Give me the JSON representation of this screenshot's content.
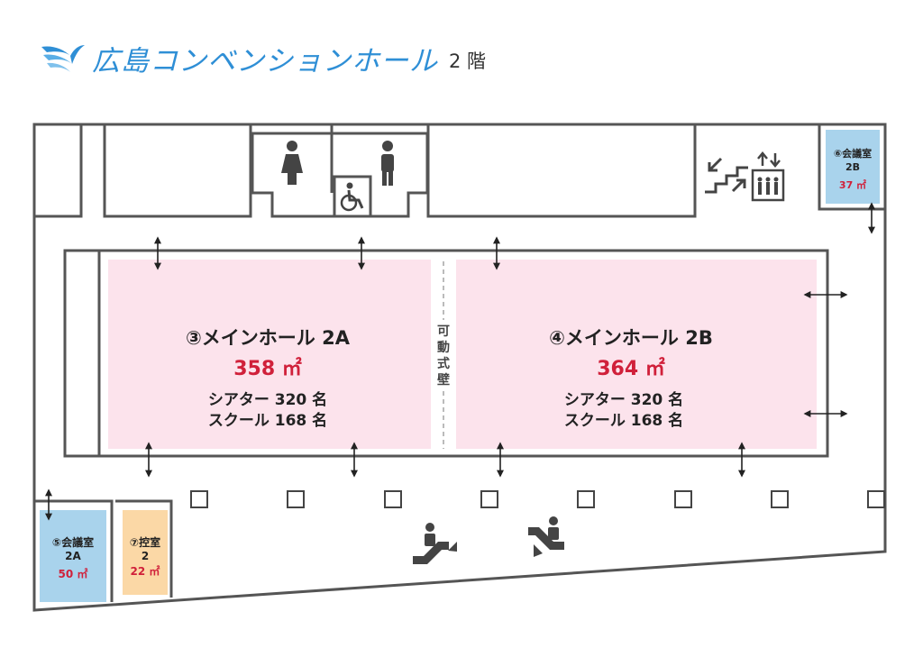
{
  "header": {
    "title": "広島コンベンションホール",
    "floor": "2 階"
  },
  "rooms": {
    "hall_2a": {
      "name": "③メインホール 2A",
      "area": "358 ㎡",
      "theater": "シアター 320 名",
      "school": "スクール 168 名"
    },
    "hall_2b": {
      "name": "④メインホール 2B",
      "area": "364 ㎡",
      "theater": "シアター 320 名",
      "school": "スクール 168 名"
    },
    "movable_wall": [
      "可",
      "動",
      "式",
      "壁"
    ],
    "meeting_2b": {
      "name": "⑥会議室",
      "code": "2B",
      "area": "37 ㎡"
    },
    "meeting_2a": {
      "name": "⑤会議室",
      "code": "2A",
      "area": "50 ㎡"
    },
    "control_2": {
      "name": "⑦控室",
      "code": "2",
      "area": "22 ㎡"
    }
  },
  "colors": {
    "hall": "#fce3ec",
    "meeting": "#a9d3ec",
    "control": "#fbd8a6",
    "area_text": "#d0203a",
    "wall": "#555555",
    "title": "#2f8fd6"
  },
  "icons": [
    "female-restroom-icon",
    "male-restroom-icon",
    "accessible-restroom-icon",
    "stairs-icon",
    "elevator-icon",
    "escalator-up-icon",
    "escalator-down-icon",
    "door-arrow-icon",
    "pillar-icon"
  ]
}
